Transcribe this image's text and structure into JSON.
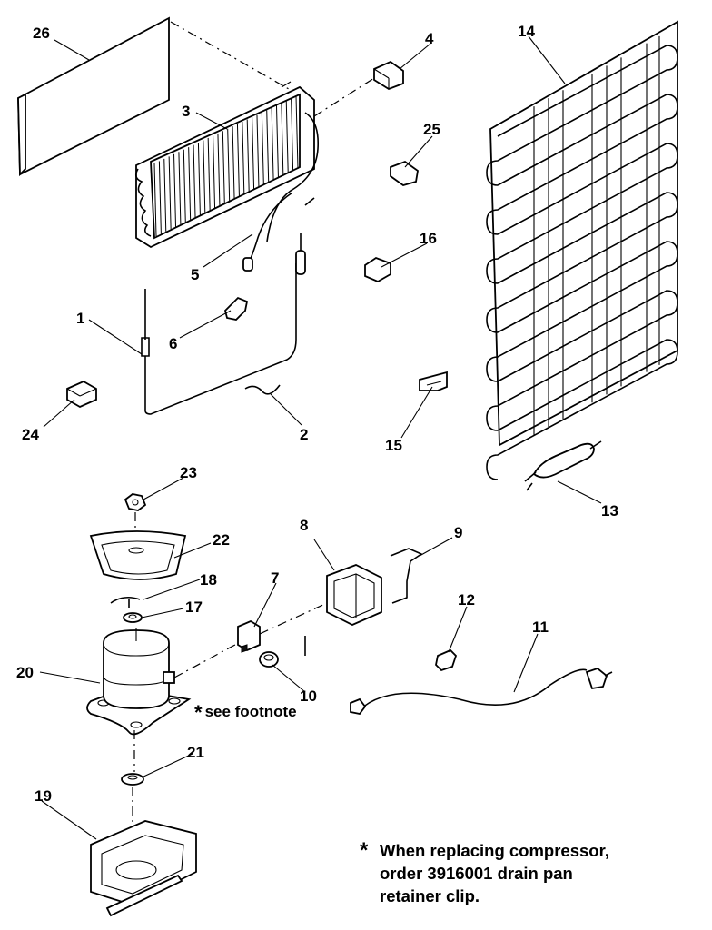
{
  "callouts": [
    {
      "id": "1",
      "text": "1"
    },
    {
      "id": "2",
      "text": "2"
    },
    {
      "id": "3",
      "text": "3"
    },
    {
      "id": "4",
      "text": "4"
    },
    {
      "id": "5",
      "text": "5"
    },
    {
      "id": "6",
      "text": "6"
    },
    {
      "id": "7",
      "text": "7"
    },
    {
      "id": "8",
      "text": "8"
    },
    {
      "id": "9",
      "text": "9"
    },
    {
      "id": "10",
      "text": "10"
    },
    {
      "id": "11",
      "text": "11"
    },
    {
      "id": "12",
      "text": "12"
    },
    {
      "id": "13",
      "text": "13"
    },
    {
      "id": "14",
      "text": "14"
    },
    {
      "id": "15",
      "text": "15"
    },
    {
      "id": "16",
      "text": "16"
    },
    {
      "id": "17",
      "text": "17"
    },
    {
      "id": "18",
      "text": "18"
    },
    {
      "id": "19",
      "text": "19"
    },
    {
      "id": "20",
      "text": "20"
    },
    {
      "id": "21",
      "text": "21"
    },
    {
      "id": "22",
      "text": "22"
    },
    {
      "id": "23",
      "text": "23"
    },
    {
      "id": "24",
      "text": "24"
    },
    {
      "id": "25",
      "text": "25"
    },
    {
      "id": "26",
      "text": "26"
    }
  ],
  "footnote_marker": "*",
  "footnote_ref_text": "see footnote",
  "footnote_lines": [
    "When replacing compressor,",
    "order 3916001 drain pan",
    "retainer clip."
  ]
}
